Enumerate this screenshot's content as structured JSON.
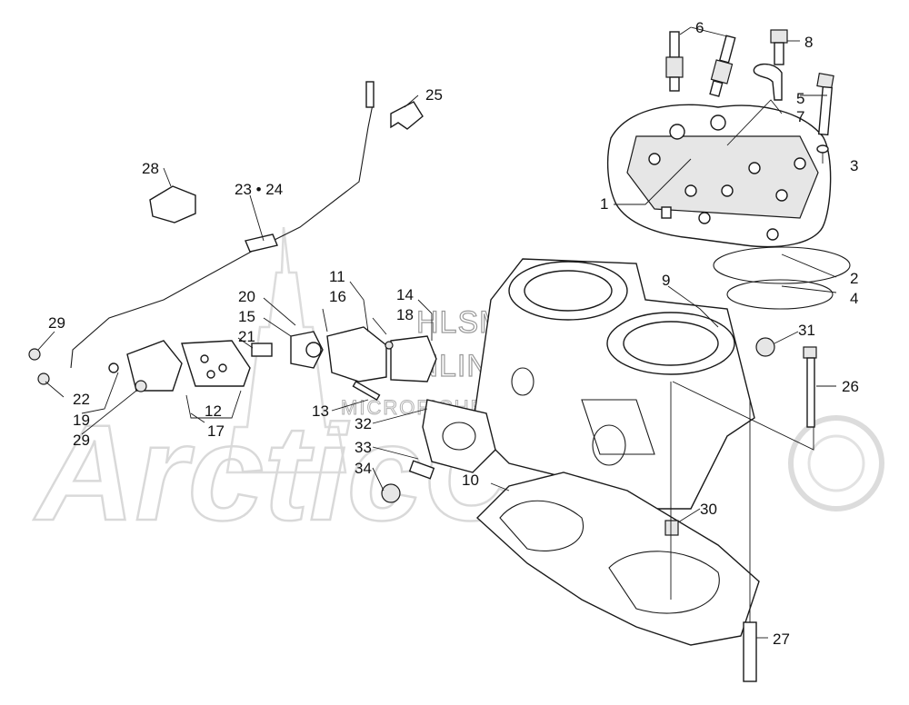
{
  "watermark": {
    "brand_text": "ArcticCat",
    "line1": "HLSM",
    "line2": "ONLINE",
    "line3": "MICROFICHE"
  },
  "callouts": [
    {
      "id": "c1",
      "text": "1"
    },
    {
      "id": "c2",
      "text": "2"
    },
    {
      "id": "c3",
      "text": "3"
    },
    {
      "id": "c4",
      "text": "4"
    },
    {
      "id": "c5",
      "text": "5"
    },
    {
      "id": "c6",
      "text": "6"
    },
    {
      "id": "c7",
      "text": "7"
    },
    {
      "id": "c8",
      "text": "8"
    },
    {
      "id": "c9",
      "text": "9"
    },
    {
      "id": "c10",
      "text": "10"
    },
    {
      "id": "c11",
      "text": "11"
    },
    {
      "id": "c12",
      "text": "12"
    },
    {
      "id": "c13",
      "text": "13"
    },
    {
      "id": "c14",
      "text": "14"
    },
    {
      "id": "c15",
      "text": "15"
    },
    {
      "id": "c16",
      "text": "16"
    },
    {
      "id": "c17",
      "text": "17"
    },
    {
      "id": "c18",
      "text": "18"
    },
    {
      "id": "c19",
      "text": "19"
    },
    {
      "id": "c20",
      "text": "20"
    },
    {
      "id": "c21",
      "text": "21"
    },
    {
      "id": "c22",
      "text": "22"
    },
    {
      "id": "c2324",
      "text": "23 • 24"
    },
    {
      "id": "c25",
      "text": "25"
    },
    {
      "id": "c26",
      "text": "26"
    },
    {
      "id": "c27",
      "text": "27"
    },
    {
      "id": "c28",
      "text": "28"
    },
    {
      "id": "c29a",
      "text": "29"
    },
    {
      "id": "c29b",
      "text": "29"
    },
    {
      "id": "c30",
      "text": "30"
    },
    {
      "id": "c31",
      "text": "31"
    },
    {
      "id": "c32",
      "text": "32"
    },
    {
      "id": "c33",
      "text": "33"
    },
    {
      "id": "c34",
      "text": "34"
    }
  ]
}
